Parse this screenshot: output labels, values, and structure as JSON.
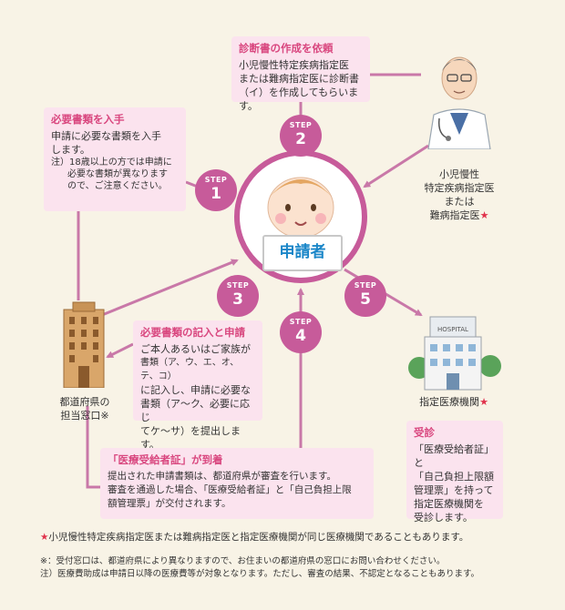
{
  "center": {
    "label": "申請者"
  },
  "steps": [
    {
      "prefix": "STEP",
      "num": "1"
    },
    {
      "prefix": "STEP",
      "num": "2"
    },
    {
      "prefix": "STEP",
      "num": "3"
    },
    {
      "prefix": "STEP",
      "num": "4"
    },
    {
      "prefix": "STEP",
      "num": "5"
    }
  ],
  "box_step1": {
    "title": "必要書類を入手",
    "line1": "申請に必要な書類を入手",
    "line2": "します。",
    "note1": "注）18歳以上の方では申請に",
    "note2": "必要な書類が異なります",
    "note3": "ので、ご注意ください。"
  },
  "box_step2": {
    "title": "診断書の作成を依頼",
    "line1": "小児慢性特定疾病指定医",
    "line2": "または難病指定医に診断書",
    "line3": "（イ）を作成してもらいます。"
  },
  "box_step3": {
    "title": "必要書類の記入と申請",
    "line1": "ご本人あるいはご家族が",
    "line2": "書類（ア、ウ、エ、オ、テ、コ）",
    "line3": "に記入し、申請に必要な",
    "line4": "書類（ア〜ク、必要に応じ",
    "line5": "てケ〜サ）を提出します。"
  },
  "box_step4": {
    "title": "「医療受給者証」が到着",
    "line1": "提出された申請書類は、都道府県が審査を行います。",
    "line2": "審査を通過した場合、「医療受給者証」と「自己負担上限",
    "line3": "額管理票」が交付されます。"
  },
  "box_step5": {
    "title": "受診",
    "line1": "「医療受給者証」と",
    "line2": "「自己負担上限額",
    "line3": "管理票」を持って",
    "line4": "指定医療機関を",
    "line5": "受診します。"
  },
  "doctor": {
    "line1": "小児慢性",
    "line2": "特定疾病指定医",
    "line3": "または",
    "line4": "難病指定医",
    "star": "★"
  },
  "prefecture": {
    "line1": "都道府県の",
    "line2": "担当窓口※"
  },
  "hospital": {
    "label": "指定医療機関",
    "star": "★",
    "sign": "HOSPITAL"
  },
  "footnote_star": {
    "star": "★",
    "text": "小児慢性特定疾病指定医または難病指定医と指定医療機関が同じ医療機関であることもあります。"
  },
  "notes": [
    "※：受付窓口は、都道府県により異なりますので、お住まいの都道府県の窓口にお問い合わせください。",
    "注）医療費助成は申請日以降の医療費等が対象となります。ただし、審査の結果、不認定となることもあります。"
  ],
  "colors": {
    "accent": "#c75b9a",
    "box": "#fbe3ee",
    "title": "#d9477f",
    "background": "#f8f3e6"
  }
}
